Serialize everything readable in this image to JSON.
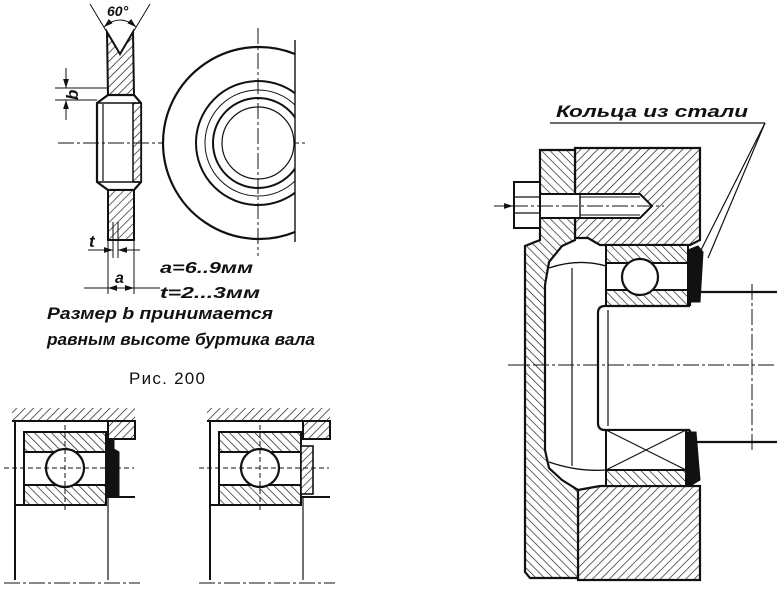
{
  "ring_detail": {
    "angle_label": "60°",
    "dim_b": "b",
    "dim_t": "t",
    "dim_a": "a",
    "formula_a": "a=6..9мм",
    "formula_t": "t=2...3мм",
    "note_line1": "Размер b принимается",
    "note_line2": "равным высоте буртика вала",
    "caption": "Рис. 200"
  },
  "assembly": {
    "callout": "Кольца из стали"
  }
}
